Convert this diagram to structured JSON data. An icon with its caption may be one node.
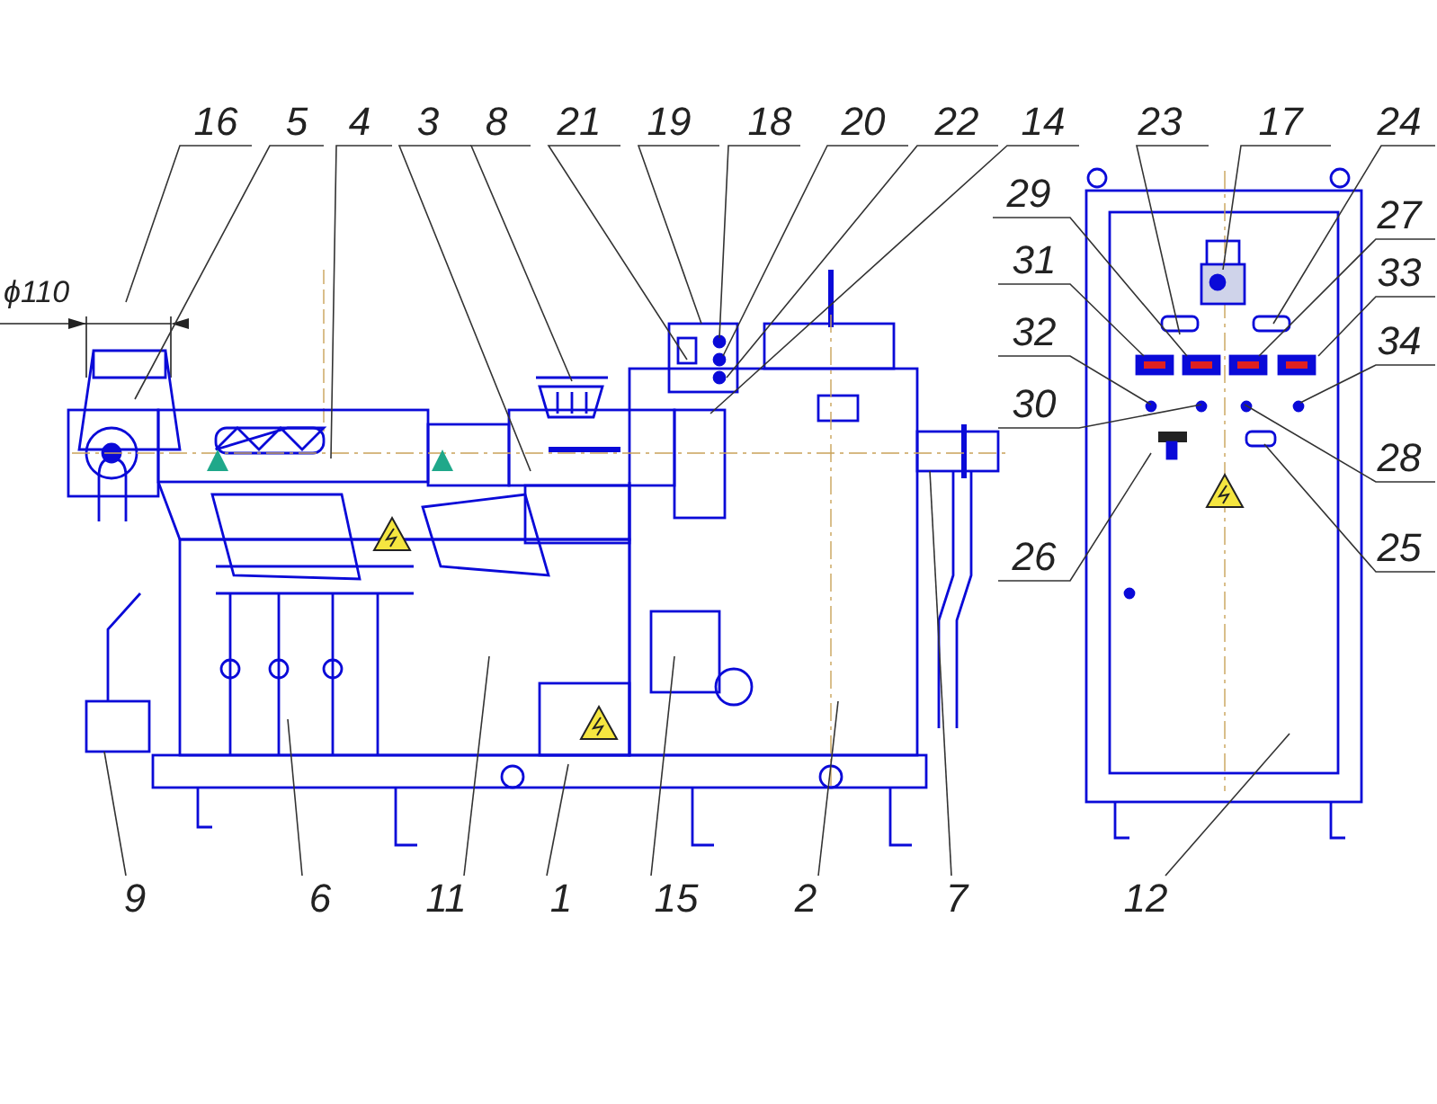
{
  "diagram": {
    "nodes": [
      {
        "text": [
          "16"
        ]
      },
      {
        "text": [
          "5"
        ]
      },
      {
        "text": [
          "4"
        ]
      },
      {
        "text": [
          "3"
        ]
      },
      {
        "text": [
          "8"
        ]
      },
      {
        "text": [
          "21"
        ]
      },
      {
        "text": [
          "19"
        ]
      },
      {
        "text": [
          "18"
        ]
      },
      {
        "text": [
          "20"
        ]
      },
      {
        "text": [
          "22"
        ]
      },
      {
        "text": [
          "14"
        ]
      },
      {
        "text": [
          "23"
        ]
      },
      {
        "text": [
          "17"
        ]
      },
      {
        "text": [
          "24"
        ]
      },
      {
        "text": [
          "29"
        ]
      },
      {
        "text": [
          "31"
        ]
      },
      {
        "text": [
          "27"
        ]
      },
      {
        "text": [
          "33"
        ]
      },
      {
        "text": [
          "32"
        ]
      },
      {
        "text": [
          "34"
        ]
      },
      {
        "text": [
          "30"
        ]
      },
      {
        "text": [
          "28"
        ]
      },
      {
        "text": [
          "26"
        ]
      },
      {
        "text": [
          "25"
        ]
      },
      {
        "text": [
          "9"
        ]
      },
      {
        "text": [
          "6"
        ]
      },
      {
        "text": [
          "11"
        ]
      },
      {
        "text": [
          "1"
        ]
      },
      {
        "text": [
          "15"
        ]
      },
      {
        "text": [
          "2"
        ]
      },
      {
        "text": [
          "7"
        ]
      },
      {
        "text": [
          "12"
        ]
      }
    ],
    "edges": [
      {
        "from": 0,
        "to": null,
        "arrow": "none"
      },
      {
        "from": 1,
        "to": null,
        "arrow": "none"
      },
      {
        "from": 2,
        "to": null,
        "arrow": "none"
      },
      {
        "from": 3,
        "to": null,
        "arrow": "none"
      },
      {
        "from": 4,
        "to": null,
        "arrow": "none"
      },
      {
        "from": 5,
        "to": null,
        "arrow": "none"
      },
      {
        "from": 6,
        "to": null,
        "arrow": "none"
      },
      {
        "from": 7,
        "to": null,
        "arrow": "none"
      },
      {
        "from": 8,
        "to": null,
        "arrow": "none"
      },
      {
        "from": 9,
        "to": null,
        "arrow": "none"
      },
      {
        "from": 10,
        "to": null,
        "arrow": "none"
      },
      {
        "from": 11,
        "to": null,
        "arrow": "none"
      },
      {
        "from": 12,
        "to": null,
        "arrow": "none"
      },
      {
        "from": 13,
        "to": null,
        "arrow": "none"
      },
      {
        "from": 14,
        "to": null,
        "arrow": "none"
      },
      {
        "from": 15,
        "to": null,
        "arrow": "none"
      },
      {
        "from": 16,
        "to": null,
        "arrow": "none"
      },
      {
        "from": 17,
        "to": null,
        "arrow": "none"
      },
      {
        "from": 18,
        "to": null,
        "arrow": "none"
      },
      {
        "from": 19,
        "to": null,
        "arrow": "none"
      },
      {
        "from": 20,
        "to": null,
        "arrow": "none"
      },
      {
        "from": 21,
        "to": null,
        "arrow": "none"
      },
      {
        "from": 22,
        "to": null,
        "arrow": "none"
      },
      {
        "from": 23,
        "to": null,
        "arrow": "none"
      },
      {
        "from": 24,
        "to": null,
        "arrow": "none"
      },
      {
        "from": 25,
        "to": null,
        "arrow": "none"
      },
      {
        "from": 26,
        "to": null,
        "arrow": "none"
      },
      {
        "from": 27,
        "to": null,
        "arrow": "none"
      },
      {
        "from": 28,
        "to": null,
        "arrow": "none"
      },
      {
        "from": 29,
        "to": null,
        "arrow": "none"
      },
      {
        "from": 30,
        "to": null,
        "arrow": "none"
      },
      {
        "from": 31,
        "to": null,
        "arrow": "none"
      }
    ],
    "labels": [
      "ϕ110"
    ]
  }
}
